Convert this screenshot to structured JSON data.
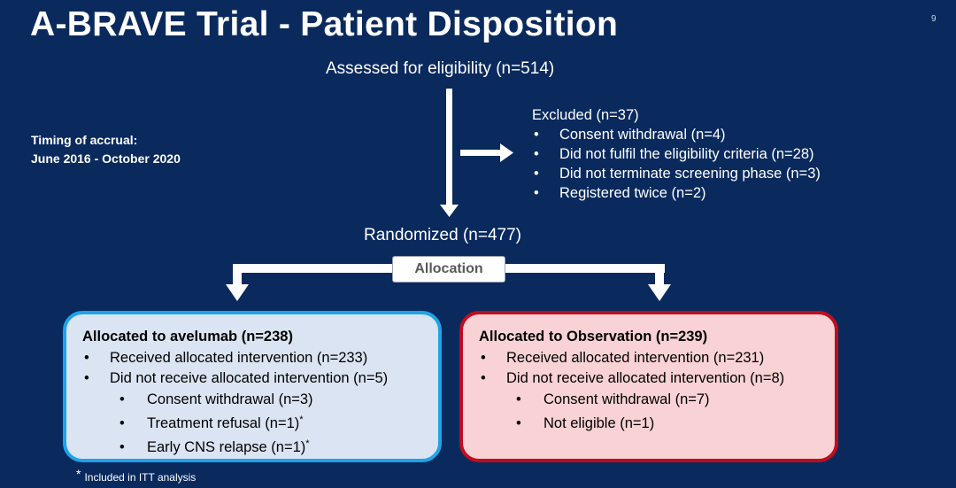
{
  "title": "A-BRAVE Trial - Patient Disposition",
  "page_number": "9",
  "assessed": "Assessed for eligibility (n=514)",
  "timing": {
    "line1": "Timing of accrual:",
    "line2": "June 2016 - October 2020"
  },
  "excluded": {
    "header": "Excluded (n=37)",
    "items": [
      "Consent withdrawal (n=4)",
      "Did not fulfil the eligibility criteria (n=28)",
      "Did not terminate screening phase (n=3)",
      "Registered twice (n=2)"
    ]
  },
  "randomized": "Randomized (n=477)",
  "allocation_label": "Allocation",
  "avelumab": {
    "header": "Allocated to avelumab (n=238)",
    "received": "Received allocated intervention (n=233)",
    "not_received": "Did not receive allocated intervention (n=5)",
    "sub_items": [
      {
        "text": "Consent withdrawal (n=3)",
        "mark": ""
      },
      {
        "text": "Treatment refusal (n=1)",
        "mark": "*"
      },
      {
        "text": "Early CNS relapse (n=1)",
        "mark": "*"
      }
    ],
    "border_color": "#1fa3e8",
    "fill_color": "#dbe4f2"
  },
  "observation": {
    "header": "Allocated to Observation (n=239)",
    "received": "Received allocated intervention (n=231)",
    "not_received": "Did not receive allocated intervention (n=8)",
    "sub_items": [
      {
        "text": "Consent withdrawal (n=7)",
        "mark": ""
      },
      {
        "text": "Not eligible (n=1)",
        "mark": ""
      }
    ],
    "border_color": "#c00d1e",
    "fill_color": "#f8d2d4"
  },
  "footnote": {
    "mark": "*",
    "text": "Included in ITT analysis"
  },
  "colors": {
    "background": "#0a2a5e",
    "text": "#ffffff",
    "arrow": "#ffffff"
  }
}
